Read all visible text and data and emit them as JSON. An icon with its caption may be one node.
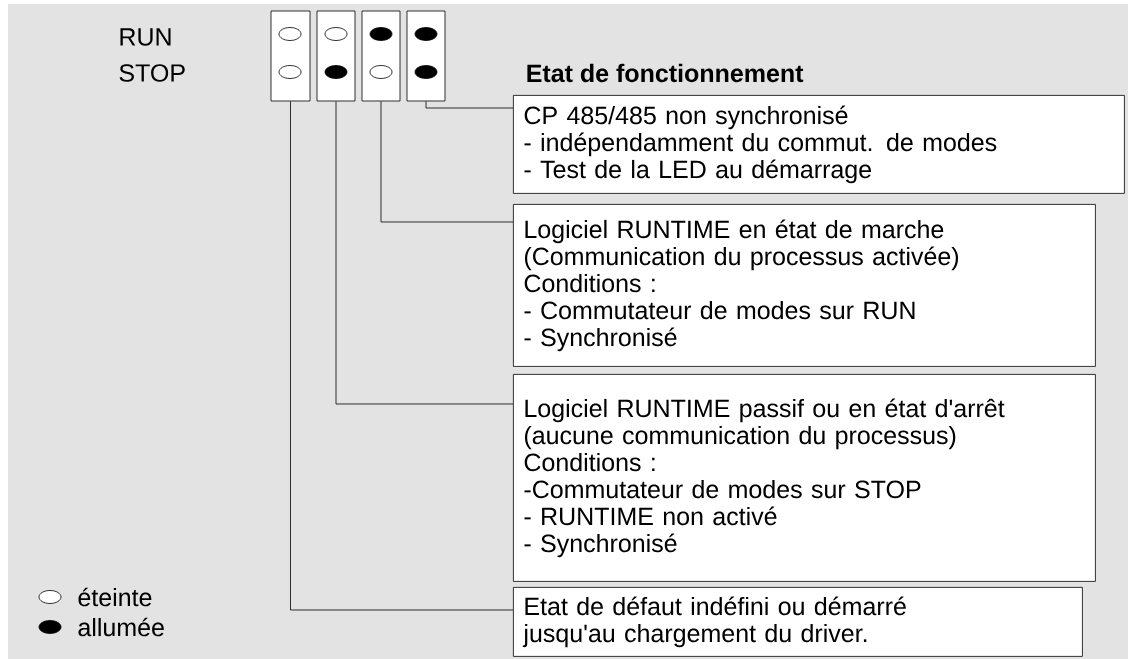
{
  "diagram": {
    "title": "Etat de fonctionnement",
    "nodes": [
      {
        "text": [],
        "shape": "box"
      },
      {
        "text": [],
        "shape": "box"
      },
      {
        "text": [],
        "shape": "box"
      },
      {
        "text": [],
        "shape": "box"
      },
      {
        "text": [
          "CP 485/485 non synchronisé",
          "- indépendamment du commut. de modes",
          "- Test de la LED au démarrage"
        ]
      },
      {
        "text": [
          "Logiciel RUNTIME en état de marche",
          "(Communication du processus activée)",
          "Conditions :",
          "- Commutateur de modes sur RUN",
          "- Synchronisé"
        ]
      },
      {
        "text": [
          "Logiciel RUNTIME passif ou en état d'arrêt",
          "(aucune communication du processus)",
          "Conditions :",
          "-Commutateur de modes sur STOP",
          "- RUNTIME non activé",
          "- Synchronisé"
        ]
      },
      {
        "text": [
          "Etat de défaut indéfini ou démarré",
          "jusqu'au chargement du driver."
        ]
      }
    ],
    "edges": [
      {
        "from": 3,
        "to": 4,
        "arrow": "none"
      },
      {
        "from": 2,
        "to": 5,
        "arrow": "none"
      },
      {
        "from": 1,
        "to": 6,
        "arrow": "none"
      },
      {
        "from": 0,
        "to": 7,
        "arrow": "none"
      }
    ],
    "labels": [
      "RUN",
      "STOP"
    ],
    "legend": [
      {
        "text": "éteinte"
      },
      {
        "text": "allumée"
      }
    ]
  }
}
